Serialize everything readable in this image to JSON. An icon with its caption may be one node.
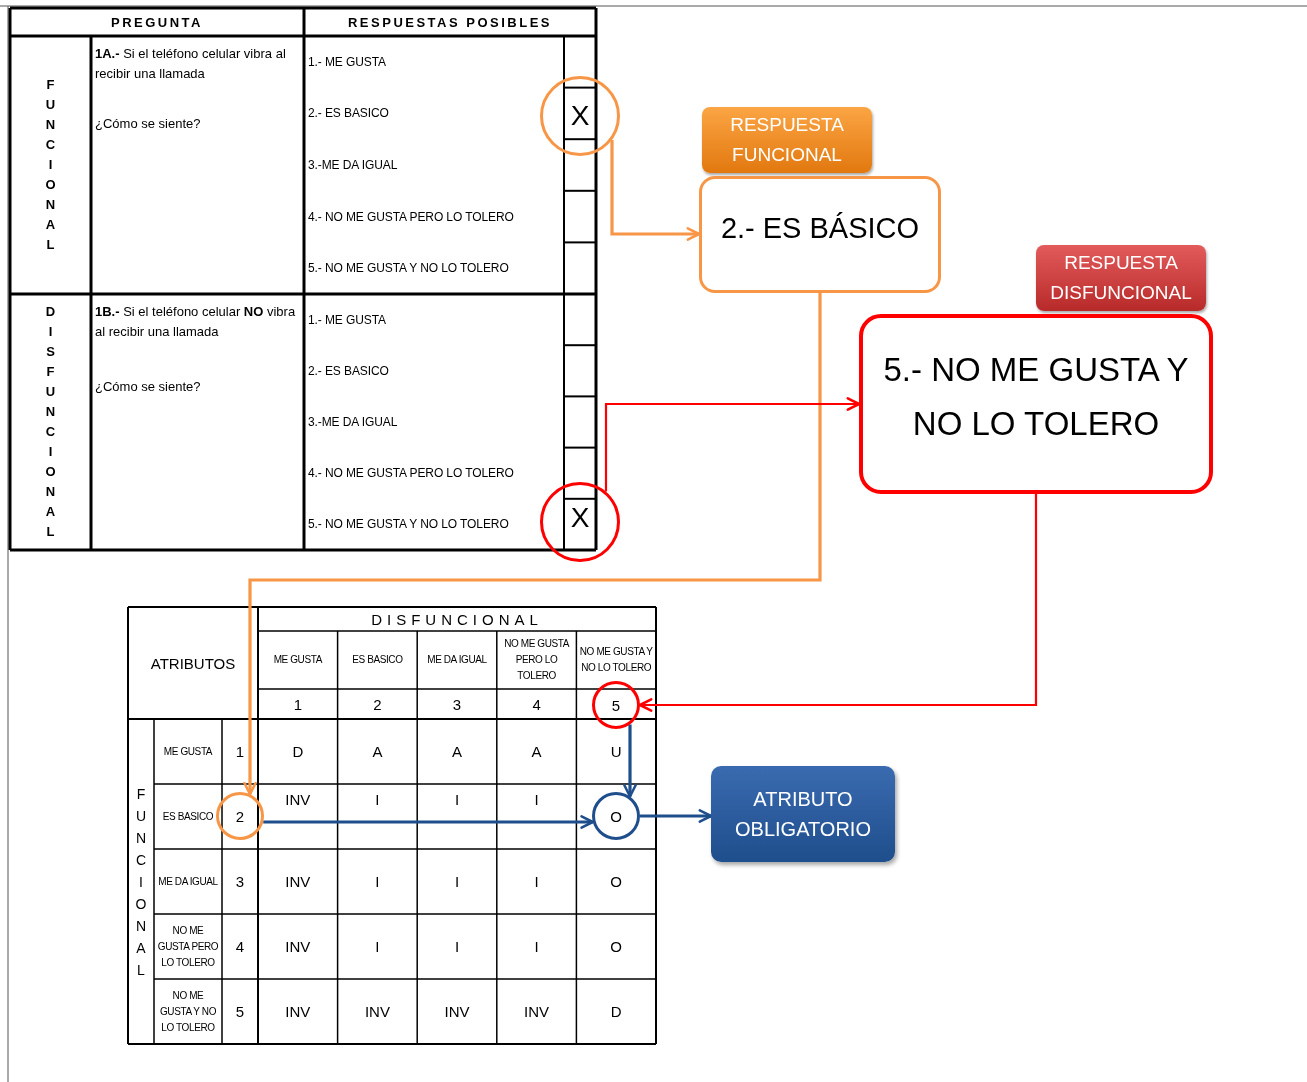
{
  "diagram": {
    "nodes": [
      {
        "text": [
          "X"
        ]
      },
      {
        "text": [
          "RESPUESTA FUNCIONAL"
        ]
      },
      {
        "text": [
          "2.- ES BÁSICO"
        ]
      },
      {
        "text": [
          "RESPUESTA DISFUNCIONAL"
        ]
      },
      {
        "text": [
          "5.- NO ME GUSTA Y NO LO TOLERO"
        ]
      },
      {
        "text": [
          "X"
        ]
      },
      {
        "text": [
          "2"
        ]
      },
      {
        "text": [
          "5"
        ]
      },
      {
        "text": [
          "O"
        ]
      },
      {
        "text": [
          "ATRIBUTO OBLIGATORIO"
        ]
      }
    ],
    "edges": [
      {
        "from": 0,
        "to": 2,
        "arrow": "to",
        "color": "#f79646"
      },
      {
        "from": 2,
        "to": 6,
        "arrow": "to",
        "color": "#f79646"
      },
      {
        "from": 5,
        "to": 4,
        "arrow": "to",
        "color": "#ff0000"
      },
      {
        "from": 4,
        "to": 7,
        "arrow": "to",
        "color": "#ff0000"
      },
      {
        "from": 7,
        "to": 8,
        "arrow": "to",
        "color": "#1f4e8c"
      },
      {
        "from": 6,
        "to": 8,
        "arrow": "to",
        "color": "#1f4e8c"
      },
      {
        "from": 8,
        "to": 9,
        "arrow": "to",
        "color": "#1f4e8c"
      }
    ],
    "labels": [
      "PREGUNTA",
      "RESPUESTAS POSIBLES",
      "FUNCIONAL",
      "**1A.-** Si el teléfono celular vibra al recibir una llamada",
      "¿Cómo se siente?",
      "1.- ME GUSTA",
      "2.- ES BASICO",
      "3.-ME DA IGUAL",
      "4.- NO ME GUSTA PERO LO TOLERO",
      "5.- NO ME GUSTA Y NO LO TOLERO",
      "DISFUNCIONAL",
      "**1B.-** Si el teléfono celular **NO** vibra al recibir una llamada",
      "¿Cómo se siente?",
      "1.- ME GUSTA",
      "2.- ES BASICO",
      "3.-ME DA IGUAL",
      "4.- NO ME GUSTA PERO LO TOLERO",
      "5.- NO ME GUSTA Y NO LO TOLERO",
      "ATRIBUTOS",
      "DISFUNCIONAL",
      "ME GUSTA",
      "ES BASICO",
      "ME DA IGUAL",
      "NO ME GUSTA PERO LO TOLERO",
      "NO ME GUSTA Y NO LO TOLERO",
      "1",
      "2",
      "3",
      "4",
      "FUNCIONAL",
      "ME GUSTA",
      "1",
      "D",
      "A",
      "A",
      "A",
      "U",
      "ES BASICO",
      "INV",
      "I",
      "I",
      "I",
      "ME DA IGUAL",
      "3",
      "INV",
      "I",
      "I",
      "I",
      "O",
      "NO ME GUSTA PERO LO TOLERO",
      "4",
      "INV",
      "I",
      "I",
      "I",
      "O",
      "NO ME GUSTA Y NO LO TOLERO",
      "5",
      "INV",
      "INV",
      "INV",
      "INV",
      "D"
    ]
  }
}
